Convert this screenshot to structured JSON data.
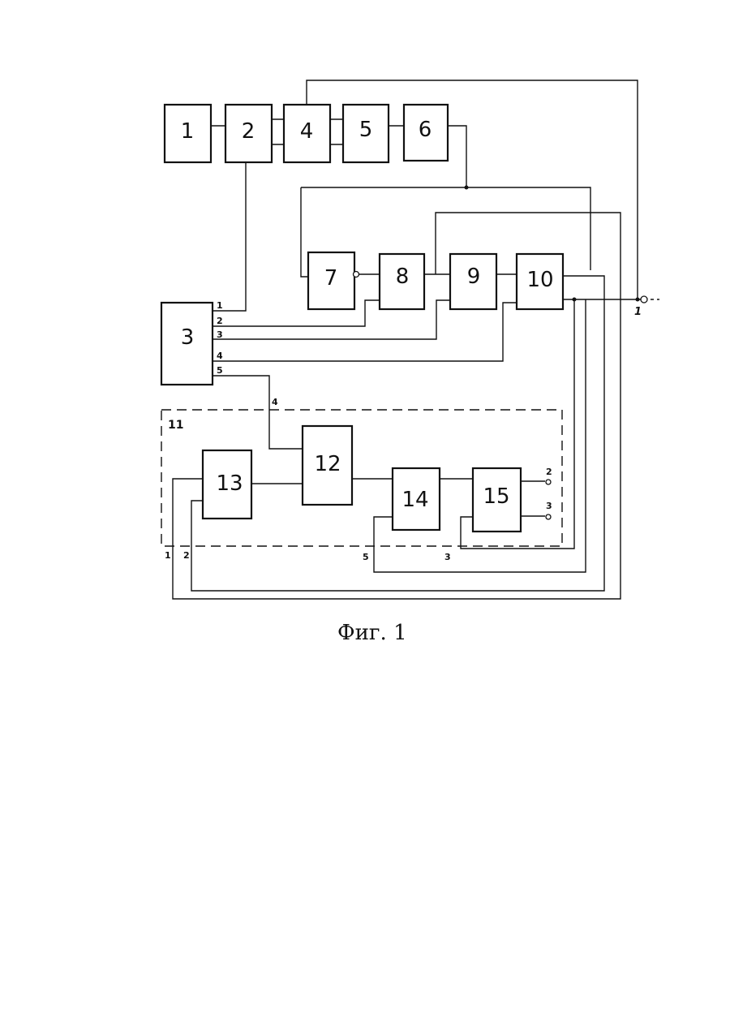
{
  "blocks": {
    "b1": "1",
    "b2": "2",
    "b3": "3",
    "b4": "4",
    "b5": "5",
    "b6": "6",
    "b7": "7",
    "b8": "8",
    "b9": "9",
    "b10": "10",
    "b11": "11",
    "b12": "12",
    "b13": "13",
    "b14": "14",
    "b15": "15"
  },
  "block3_outputs": [
    "1",
    "2",
    "3",
    "4",
    "5"
  ],
  "wire_labels": {
    "to_block12": "4",
    "block11_in1": "1",
    "block11_in2": "2",
    "block14_in": "5",
    "block15_in": "3",
    "output_main": "1",
    "output_2": "2",
    "output_3": "3"
  },
  "caption": "Фиг. 1"
}
